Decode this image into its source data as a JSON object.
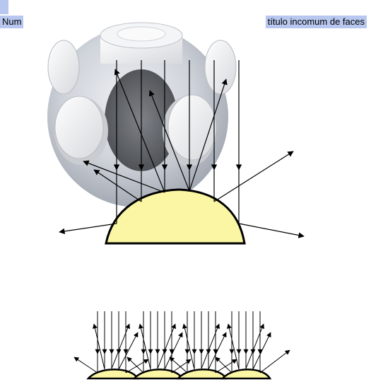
{
  "caption": {
    "left": "Num",
    "right": "título incomum de faces"
  },
  "colors": {
    "highlight": "#b7c7ef",
    "lens": "#fbf6a3",
    "stroke": "#000000"
  },
  "icons": {
    "photo": "multi-lens-device-photo"
  }
}
